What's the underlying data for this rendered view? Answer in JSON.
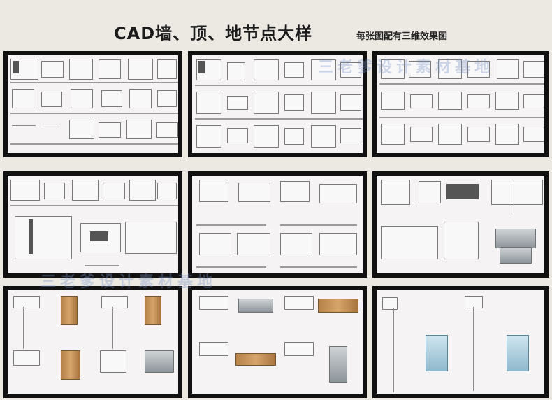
{
  "header": {
    "title": "CAD墙、顶、地节点大样",
    "subtitle": "每张图配有三维效果图"
  },
  "watermark": {
    "text": "三老爹设计素材基地"
  }
}
